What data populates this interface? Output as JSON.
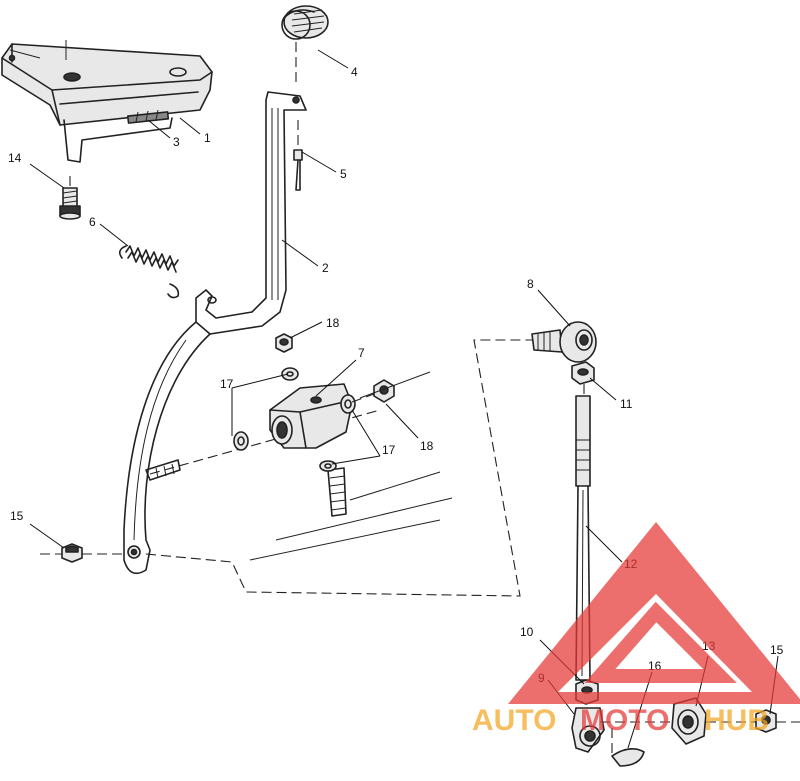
{
  "callouts": [
    {
      "id": "c1",
      "label": "1"
    },
    {
      "id": "c2",
      "label": "2"
    },
    {
      "id": "c3",
      "label": "3"
    },
    {
      "id": "c4",
      "label": "4"
    },
    {
      "id": "c5",
      "label": "5"
    },
    {
      "id": "c6",
      "label": "6"
    },
    {
      "id": "c7",
      "label": "7"
    },
    {
      "id": "c8",
      "label": "8"
    },
    {
      "id": "c9",
      "label": "9"
    },
    {
      "id": "c10",
      "label": "10"
    },
    {
      "id": "c11",
      "label": "11"
    },
    {
      "id": "c12",
      "label": "12"
    },
    {
      "id": "c13",
      "label": "13"
    },
    {
      "id": "c14",
      "label": "14"
    },
    {
      "id": "c15a",
      "label": "15"
    },
    {
      "id": "c15b",
      "label": "15"
    },
    {
      "id": "c16",
      "label": "16"
    },
    {
      "id": "c17a",
      "label": "17"
    },
    {
      "id": "c17b",
      "label": "17"
    },
    {
      "id": "c18a",
      "label": "18"
    },
    {
      "id": "c18b",
      "label": "18"
    }
  ],
  "watermark": {
    "part1": "AUTO",
    "part2": "MOTO",
    "part3": "HUB",
    "color_red": "#e53935",
    "color_orange": "#f5a623"
  }
}
